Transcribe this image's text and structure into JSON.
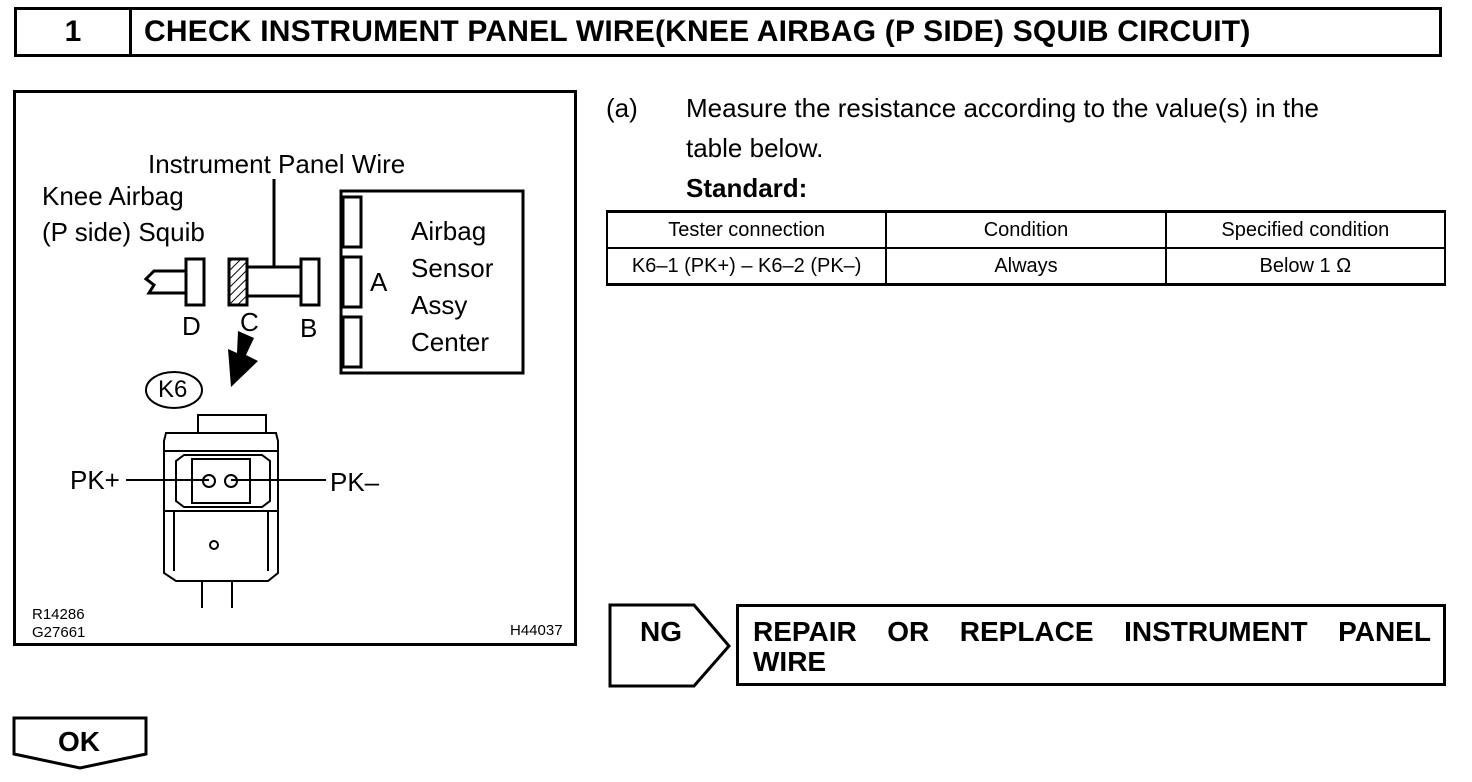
{
  "header": {
    "step_number": "1",
    "title": "CHECK INSTRUMENT PANEL WIRE(KNEE AIRBAG (P SIDE) SQUIB CIRCUIT)"
  },
  "figure": {
    "label_instrument_panel_wire": "Instrument Panel Wire",
    "label_knee_airbag_line1": "Knee Airbag",
    "label_knee_airbag_line2": "(P side) Squib",
    "label_airbag_sensor_line1": "Airbag",
    "label_airbag_sensor_line2": "Sensor",
    "label_airbag_sensor_line3": "Assy",
    "label_airbag_sensor_line4": "Center",
    "connector_a": "A",
    "connector_b": "B",
    "connector_c": "C",
    "connector_d": "D",
    "connector_id": "K6",
    "terminal_pk_plus": "PK+",
    "terminal_pk_minus": "PK–",
    "ref_code_1": "R14286",
    "ref_code_2": "G27661",
    "ref_code_3": "H44037"
  },
  "instruction": {
    "marker": "(a)",
    "text_line1": "Measure the resistance according to the value(s) in the",
    "text_line2": "table below.",
    "standard_label": "Standard:"
  },
  "spec_table": {
    "headers": [
      "Tester connection",
      "Condition",
      "Specified condition"
    ],
    "rows": [
      [
        "K6–1 (PK+) – K6–2 (PK–)",
        "Always",
        "Below 1 Ω"
      ]
    ]
  },
  "ng_branch": {
    "label": "NG",
    "action_line1_words": [
      "REPAIR",
      "OR",
      "REPLACE",
      "INSTRUMENT",
      "PANEL"
    ],
    "action_line2": "WIRE"
  },
  "ok_branch": {
    "label": "OK"
  }
}
